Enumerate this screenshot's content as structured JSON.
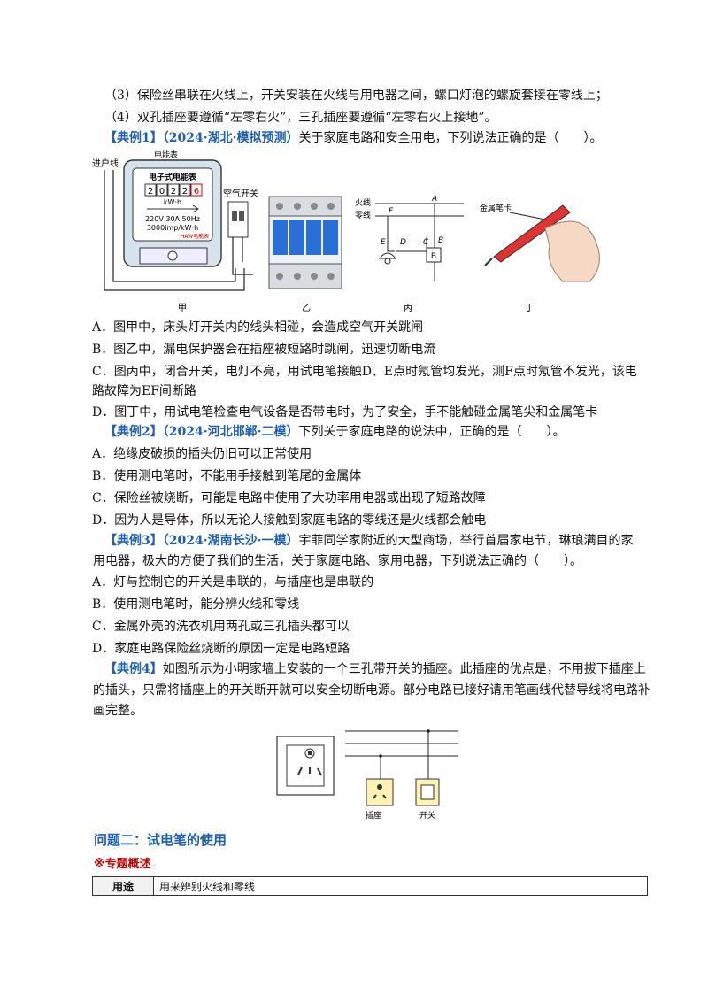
{
  "rules": {
    "r3": "（3）保险丝串联在火线上，开关安装在火线与用电器之间，螺口灯泡的螺旋套接在零线上；",
    "r4": "（4）双孔插座要遵循“左零右火”，三孔插座要遵循“左零右火上接地”。"
  },
  "ex1": {
    "tag": "【典例1】",
    "source": "（2024·湖北·模拟预测）",
    "question": "关于家庭电路和安全用电，下列说法正确的是（　　）。",
    "figure": {
      "incoming_label": "进户线",
      "meter_top_label": "电能表",
      "meter_title": "电子式电能表",
      "meter_digits": [
        "2",
        "0",
        "2",
        "2",
        "6"
      ],
      "meter_unit": "kW·h",
      "meter_spec1": "220V 30A 50Hz",
      "meter_spec2": "3000imp/kW·h",
      "meter_brand": "HAW电能表",
      "air_switch_label": "空气开关",
      "live_label": "火线",
      "neutral_label": "零线",
      "pt_a": "A",
      "pt_f": "F",
      "pt_e": "E",
      "pt_d": "D",
      "pt_c": "C",
      "pt_b": "B",
      "pen_label": "金属笔卡",
      "captions": [
        "甲",
        "乙",
        "丙",
        "丁"
      ]
    },
    "options": [
      "A．图甲中，床头灯开关内的线头相碰，会造成空气开关跳闸",
      "B．图乙中，漏电保护器会在插座被短路时跳闸，迅速切断电流",
      "C．图丙中，闭合开关，电灯不亮，用试电笔接触D、E点时氖管均发光，测F点时氖管不发光，该电",
      "路故障为EF间断路",
      "D．图丁中，用试电笔检查电气设备是否带电时，为了安全，手不能触碰金属笔尖和金属笔卡"
    ]
  },
  "ex2": {
    "tag": "【典例2】",
    "source": "（2024·河北邯郸·二模）",
    "question": "下列关于家庭电路的说法中，正确的是（　　）。",
    "options": [
      "A．绝缘皮破损的插头仍旧可以正常使用",
      "B．使用测电笔时，不能用手接触到笔尾的金属体",
      "C．保险丝被烧断，可能是电路中使用了大功率用电器或出现了短路故障",
      "D．因为人是导体，所以无论人接触到家庭电路的零线还是火线都会触电"
    ]
  },
  "ex3": {
    "tag": "【典例3】",
    "source": "（2024·湖南长沙·一模）",
    "question_l1": "宇菲同学家附近的大型商场，举行首届家电节，琳琅满目的家",
    "question_l2": "用电器，极大的方便了我们的生活，关于家庭电路、家用电器，下列说法正确的（　　）。",
    "options": [
      "A．灯与控制它的开关是串联的，与插座也是串联的",
      "B．使用测电笔时，能分辨火线和零线",
      "C．金属外壳的洗衣机用两孔或三孔插头都可以",
      "D．家庭电路保险丝烧断的原因一定是电路短路"
    ]
  },
  "ex4": {
    "tag": "【典例4】",
    "text_l1": "如图所示为小明家墙上安装的一个三孔带开关的插座。此插座的优点是，不用拔下插座上",
    "text_l2": "的插头，只需将插座上的开关断开就可以安全切断电源。部分电路已接好请用笔画线代替导线将电路补",
    "text_l3": "画完整。",
    "socket_label": "插座",
    "switch_label": "开关"
  },
  "section": {
    "title": "问题二：试电笔的使用",
    "overview": "※专题概述",
    "table": [
      {
        "key": "用途",
        "value": "用来辨别火线和零线"
      }
    ]
  }
}
